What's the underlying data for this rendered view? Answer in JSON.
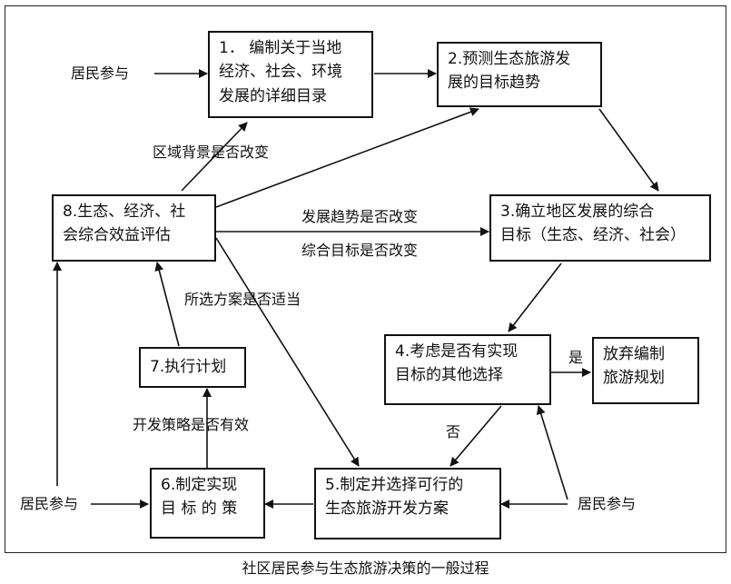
{
  "boxes": {
    "b1": [
      "1． 编制关于当地",
      "经济、社会、环境",
      "发展的详细目录"
    ],
    "b2": [
      "2.预测生态旅游发",
      "展的目标趋势"
    ],
    "b3": [
      "3.确立地区发展的综合",
      "目标（生态、经济、社会）"
    ],
    "b4": [
      "4.考虑是否有实现",
      "目标的其他选择"
    ],
    "b_abandon": [
      "放弃编制",
      "旅游规划"
    ],
    "b5": [
      "5.制定并选择可行的",
      "生态旅游开发方案"
    ],
    "b6": [
      "6.制定实现",
      "目 标 的 策"
    ],
    "b7": [
      "7.执行计划"
    ],
    "b8": [
      "8.生态、经济、社",
      "会综合效益评估"
    ]
  },
  "labels": {
    "resident_top": "居民参与",
    "resident_left": "居民参与",
    "resident_right": "居民参与",
    "region_bg": "区域背景是否改变",
    "trend": "发展趋势是否改变",
    "goal": "综合目标是否改变",
    "plan_ok": "所选方案是否适当",
    "strategy": "开发策略是否有效",
    "yes": "是",
    "no": "否"
  },
  "caption": "社区居民参与生态旅游决策的一般过程"
}
